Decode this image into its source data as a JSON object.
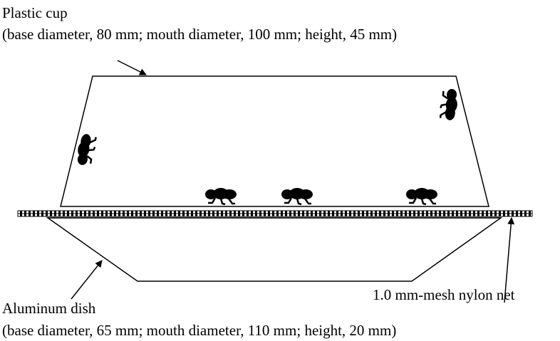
{
  "cup": {
    "name": "Plastic cup",
    "spec": "(base diameter, 80 mm; mouth diameter, 100 mm; height, 45 mm)"
  },
  "dish": {
    "name": "Aluminum dish",
    "spec": "(base diameter, 65 mm; mouth diameter, 110 mm; height, 20 mm)"
  },
  "net": {
    "name": "1.0 mm-mesh nylon net"
  }
}
